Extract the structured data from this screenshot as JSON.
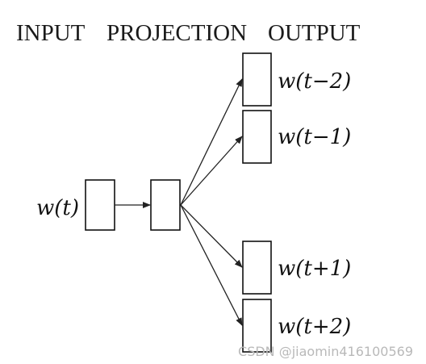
{
  "header": {
    "input_label": "INPUT",
    "projection_label": "PROJECTION",
    "output_label": "OUTPUT"
  },
  "input": {
    "label": "w(t)"
  },
  "outputs": [
    {
      "label": "w(t−2)"
    },
    {
      "label": "w(t−1)"
    },
    {
      "label": "w(t+1)"
    },
    {
      "label": "w(t+2)"
    }
  ],
  "watermark": {
    "text": "CSDN @jiaomin416100569"
  }
}
